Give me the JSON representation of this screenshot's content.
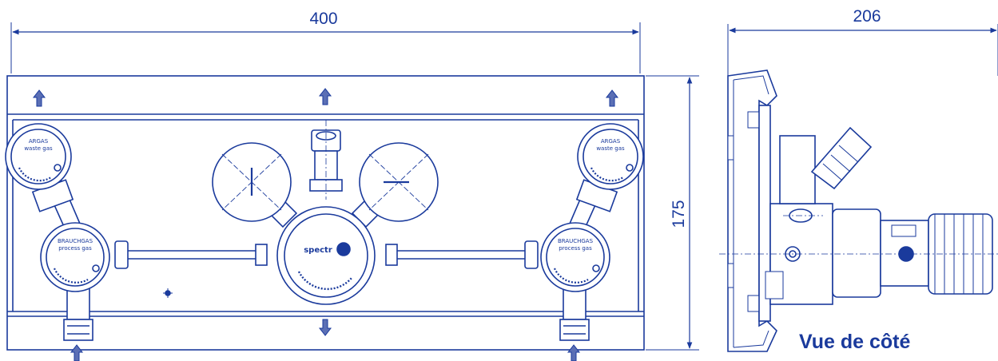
{
  "colors": {
    "line": "#1a3a9c",
    "arrow": "#5b6fb5",
    "fill": "#ffffff",
    "panel": "#f3f5fb"
  },
  "front_view": {
    "width_label": "400",
    "height_label": "175",
    "gauge_top_text_1": "ARGAS",
    "gauge_top_text_2": "waste gas",
    "gauge_low_text_1": "BRAUCHGAS",
    "gauge_low_text_2": "process gas",
    "brand": "spectr"
  },
  "side_view": {
    "depth_label": "206",
    "caption": "Vue de côté"
  },
  "icons": [
    "arrow-up-icon",
    "arrow-down-icon"
  ]
}
